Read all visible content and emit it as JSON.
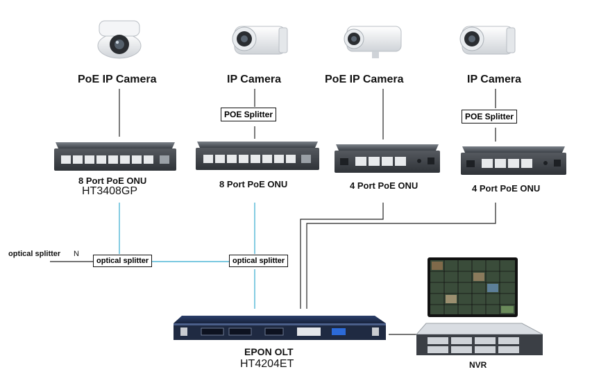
{
  "cameras": [
    {
      "label": "PoE IP Camera"
    },
    {
      "label": "IP Camera"
    },
    {
      "label": "PoE IP Camera"
    },
    {
      "label": "IP Camera"
    }
  ],
  "splitters": [
    {
      "label": "POE Splitter"
    },
    {
      "label": "POE Splitter"
    }
  ],
  "onus": [
    {
      "label": "8 Port PoE ONU",
      "model": "HT3408GP"
    },
    {
      "label": "8 Port PoE ONU"
    },
    {
      "label": "4 Port PoE ONU"
    },
    {
      "label": "4 Port PoE ONU"
    }
  ],
  "optical": {
    "left_label": "optical splitter",
    "n_label": "N",
    "splitter1": "optical splitter",
    "splitter2": "optical splitter"
  },
  "olt": {
    "label": "EPON OLT",
    "model": "HT4204ET"
  },
  "nvr": {
    "label": "NVR"
  },
  "colors": {
    "fiber": "#4fb6d6",
    "copper": "#222222",
    "device": "#4a4f55"
  }
}
